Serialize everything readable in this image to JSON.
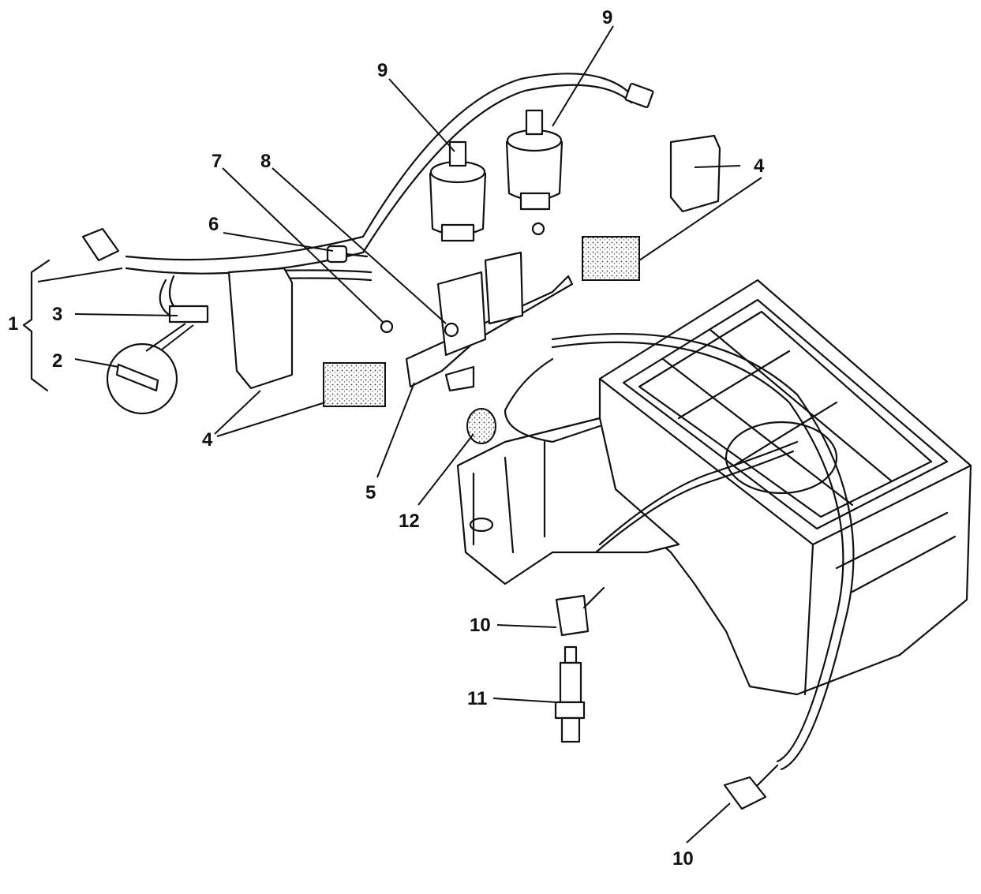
{
  "diagram": {
    "type": "exploded-parts-view",
    "subject": "ignition system components",
    "callouts": [
      {
        "id": "c1",
        "label": "1",
        "part": "wiring-harness-assembly"
      },
      {
        "id": "c2",
        "label": "2",
        "part": "terminal"
      },
      {
        "id": "c3",
        "label": "3",
        "part": "connector"
      },
      {
        "id": "c4a",
        "label": "4",
        "part": "cap-and-foam-block-left"
      },
      {
        "id": "c4b",
        "label": "4",
        "part": "cap-and-foam-block-right"
      },
      {
        "id": "c5",
        "label": "5",
        "part": "mounting-bracket"
      },
      {
        "id": "c6",
        "label": "6",
        "part": "bolt"
      },
      {
        "id": "c7",
        "label": "7",
        "part": "washer"
      },
      {
        "id": "c8",
        "label": "8",
        "part": "screw"
      },
      {
        "id": "c9a",
        "label": "9",
        "part": "ignition-coil-left"
      },
      {
        "id": "c9b",
        "label": "9",
        "part": "ignition-coil-right"
      },
      {
        "id": "c10a",
        "label": "10",
        "part": "spark-plug-cap-front"
      },
      {
        "id": "c10b",
        "label": "10",
        "part": "spark-plug-cap-rear"
      },
      {
        "id": "c11",
        "label": "11",
        "part": "spark-plug"
      },
      {
        "id": "c12",
        "label": "12",
        "part": "rubber-grommet"
      }
    ]
  }
}
